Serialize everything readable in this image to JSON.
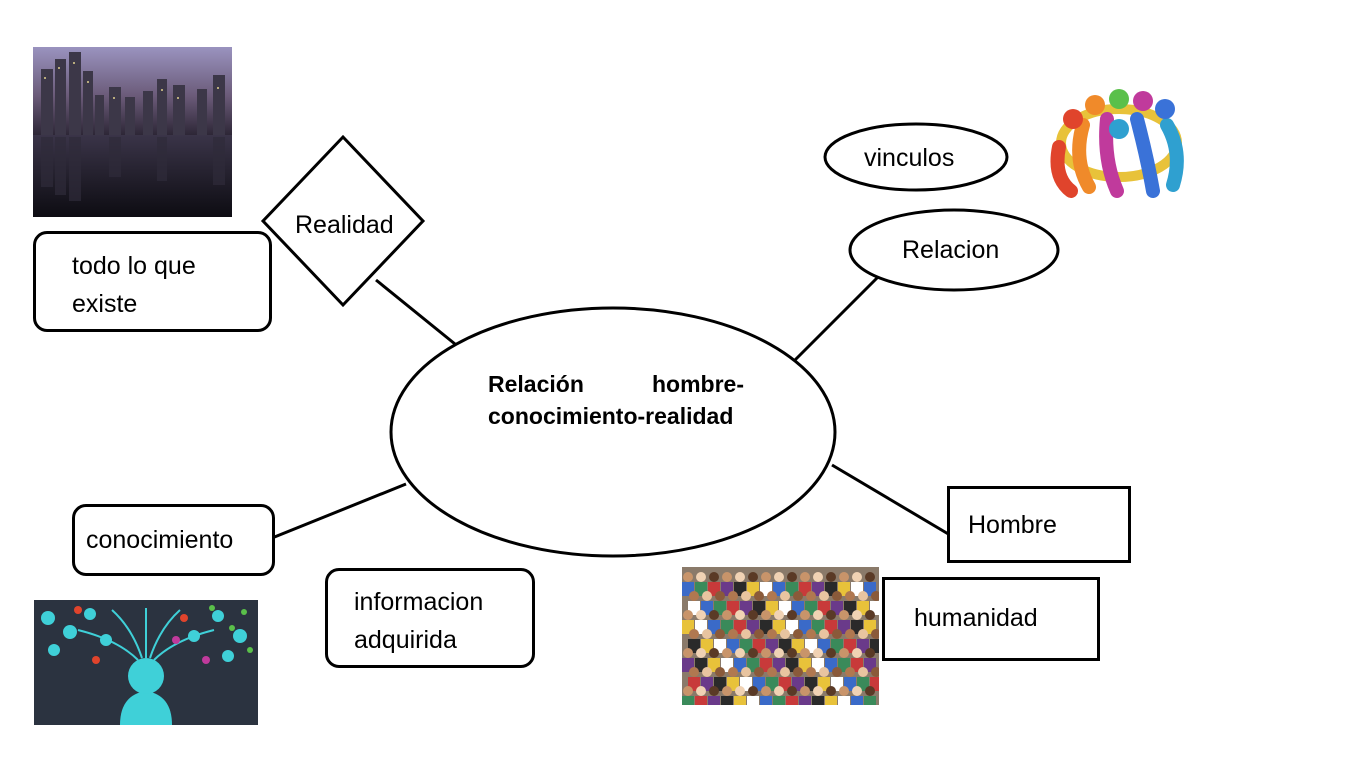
{
  "central": {
    "label": "Relación hombre-conocimiento-realidad"
  },
  "nodes": {
    "realidad": {
      "label": "Realidad",
      "detail": "todo lo que existe"
    },
    "relacion": {
      "label": "Relacion",
      "detail": "vinculos"
    },
    "conocimiento": {
      "label": "conocimiento",
      "detail": "informacion adquirida"
    },
    "hombre": {
      "label": "Hombre",
      "detail": "humanidad"
    }
  },
  "images": [
    {
      "name": "city-skyline-night-photo",
      "depicts": "city skyline reflected in water at night"
    },
    {
      "name": "people-circle-figure",
      "depicts": "colorful figures embracing in a circle"
    },
    {
      "name": "knowledge-network-illustration",
      "depicts": "head silhouette with network of icons"
    },
    {
      "name": "crowd-photo",
      "depicts": "large crowd of people"
    }
  ],
  "colors": {
    "line": "#000000",
    "knowledge_bg": "#2b3340",
    "knowledge_accent": "#3fd0d8",
    "city_sky": "#8d86b0"
  }
}
